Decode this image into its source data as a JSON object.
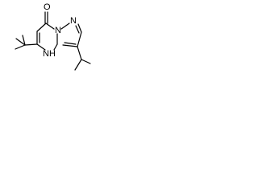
{
  "molecule": {
    "atom_labels": {
      "carbonyl_oxygen": "O",
      "ring_nitrogen_top": "N",
      "ring_nitrogen_fused": "N",
      "nh": "NH"
    },
    "substituents": [
      "tert-butyl",
      "isopropyl"
    ],
    "colors": {
      "bond": "#000000",
      "label": "#000000",
      "background": "#ffffff"
    }
  }
}
